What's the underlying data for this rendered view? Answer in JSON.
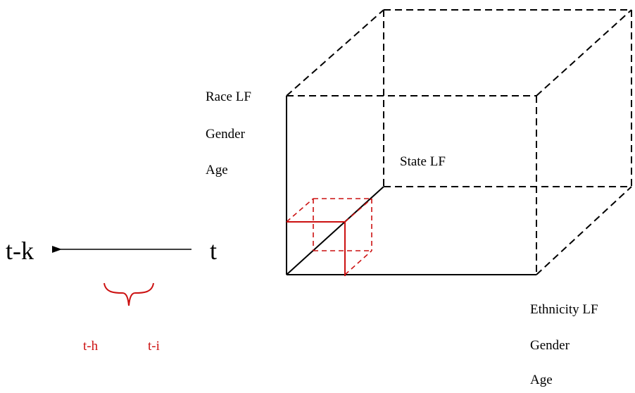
{
  "labels": {
    "left_axis": [
      "Race LF",
      "Gender",
      "Age"
    ],
    "bottom_axis": [
      "Ethnicity LF",
      "Gender",
      "Age"
    ],
    "depth_axis": "State LF"
  },
  "timeline": {
    "end": "t-k",
    "start": "t",
    "sub_labels": [
      "t-h",
      "t-i"
    ]
  },
  "colors": {
    "lines": "#000000",
    "highlight": "#cc1111"
  }
}
